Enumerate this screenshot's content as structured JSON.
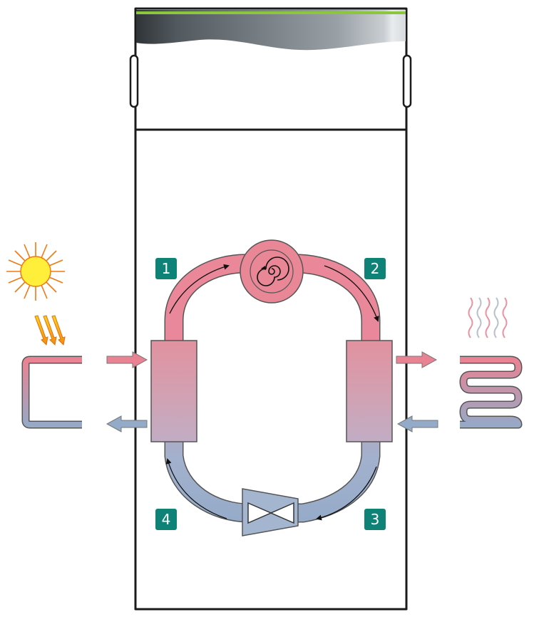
{
  "colors": {
    "hot": "#e98393",
    "hot_light": "#f2a8b3",
    "cold": "#93aac8",
    "cold_light": "#aebfd6",
    "badge": "#0f8277",
    "sun": "#ffee3a",
    "sun_rays": "#f07a10",
    "outline": "#222222",
    "accent_stripe": "#8cc63f"
  },
  "steps": [
    {
      "label": "1",
      "meaning": "compressor"
    },
    {
      "label": "2",
      "meaning": "condenser"
    },
    {
      "label": "3",
      "meaning": "expansion-valve"
    },
    {
      "label": "4",
      "meaning": "evaporator"
    }
  ],
  "icons": [
    "sun-icon",
    "sun-rays-icon",
    "heat-waves-icon",
    "compressor-icon",
    "expansion-valve-icon"
  ]
}
